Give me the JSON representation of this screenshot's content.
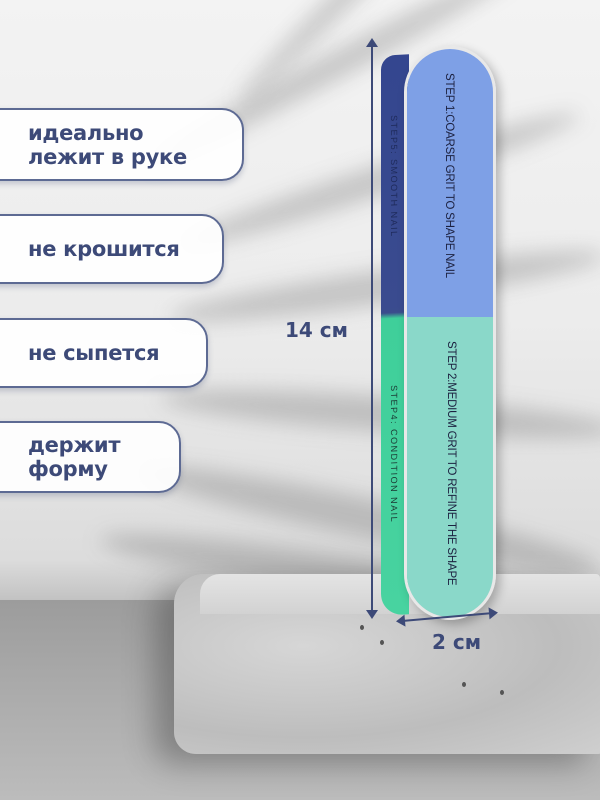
{
  "features": [
    {
      "label": "идеально\nлежит в руке"
    },
    {
      "label": "не крошится"
    },
    {
      "label": "не сыпется"
    },
    {
      "label": "держит\nформу"
    }
  ],
  "dimensions": {
    "height": "14 см",
    "width": "2 см"
  },
  "product": {
    "face_top_text": "STEP 1:COARSE GRIT TO SHAPE NAIL",
    "face_bottom_text": "STEP 2:MEDIUM GRIT TO REFINE THE SHAPE",
    "side_top_text": "STEP5: SMOOTH NAIL",
    "side_bottom_text": "STEP4: CONDITION NAIL",
    "colors": {
      "blue_face": "#7ea0e6",
      "navy_side": "#34468f",
      "mint_face": "#8ad8c9",
      "green_side": "#48d3a0",
      "accent_text": "#3d4a78"
    }
  }
}
